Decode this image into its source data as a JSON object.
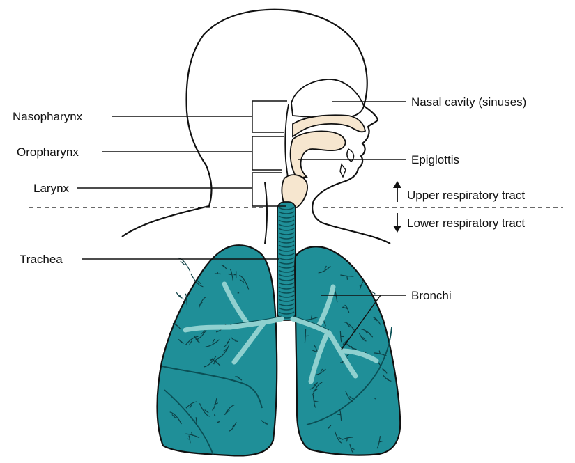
{
  "labels": {
    "nasopharynx": "Nasopharynx",
    "oropharynx": "Oropharynx",
    "larynx": "Larynx",
    "trachea": "Trachea",
    "nasal_cavity": "Nasal cavity (sinuses)",
    "epiglottis": "Epiglottis",
    "upper_tract": "Upper respiratory tract",
    "lower_tract": "Lower respiratory tract",
    "bronchi": "Bronchi"
  },
  "colors": {
    "lung_fill": "#1f8f98",
    "airway_tissue": "#f6e6cf",
    "bronchi_light": "#8fd0cf",
    "outline": "#111111"
  },
  "icons": [
    "arrow-up-icon",
    "arrow-down-icon"
  ]
}
